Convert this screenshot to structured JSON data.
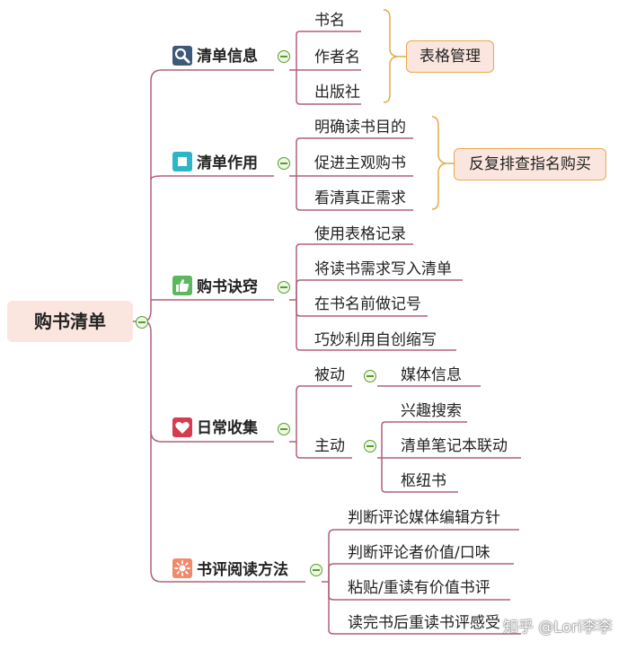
{
  "root": "购书清单",
  "branches": [
    {
      "title": "清单信息",
      "icon": "magnifier-icon",
      "icon_color": "#3d5a7a",
      "items": [
        "书名",
        "作者名",
        "出版社"
      ],
      "summary": "表格管理"
    },
    {
      "title": "清单作用",
      "icon": "square-icon",
      "icon_color": "#2db6c8",
      "items": [
        "明确读书目的",
        "促进主观购书",
        "看清真正需求"
      ],
      "summary": "反复排查指名购买"
    },
    {
      "title": "购书诀窍",
      "icon": "thumbs-up-icon",
      "icon_color": "#5cb85c",
      "items": [
        "使用表格记录",
        "将读书需求写入清单",
        "在书名前做记号",
        "巧妙利用自创缩写"
      ]
    },
    {
      "title": "日常收集",
      "icon": "heart-icon",
      "icon_color": "#d63b4f",
      "sub": [
        {
          "label": "被动",
          "items": [
            "媒体信息"
          ]
        },
        {
          "label": "主动",
          "items": [
            "兴趣搜索",
            "清单笔记本联动",
            "枢纽书"
          ]
        }
      ]
    },
    {
      "title": "书评阅读方法",
      "icon": "sun-icon",
      "icon_color": "#f08a6a",
      "items": [
        "判断评论媒体编辑方针",
        "判断评论者价值/口味",
        "粘贴/重读有价值书评",
        "读完书后重读书评感受"
      ]
    }
  ],
  "watermark": "知乎 @Lori李李",
  "colors": {
    "line": "#b0607a",
    "bracket": "#e8a94a",
    "summary_bg": "#fbe6df"
  }
}
